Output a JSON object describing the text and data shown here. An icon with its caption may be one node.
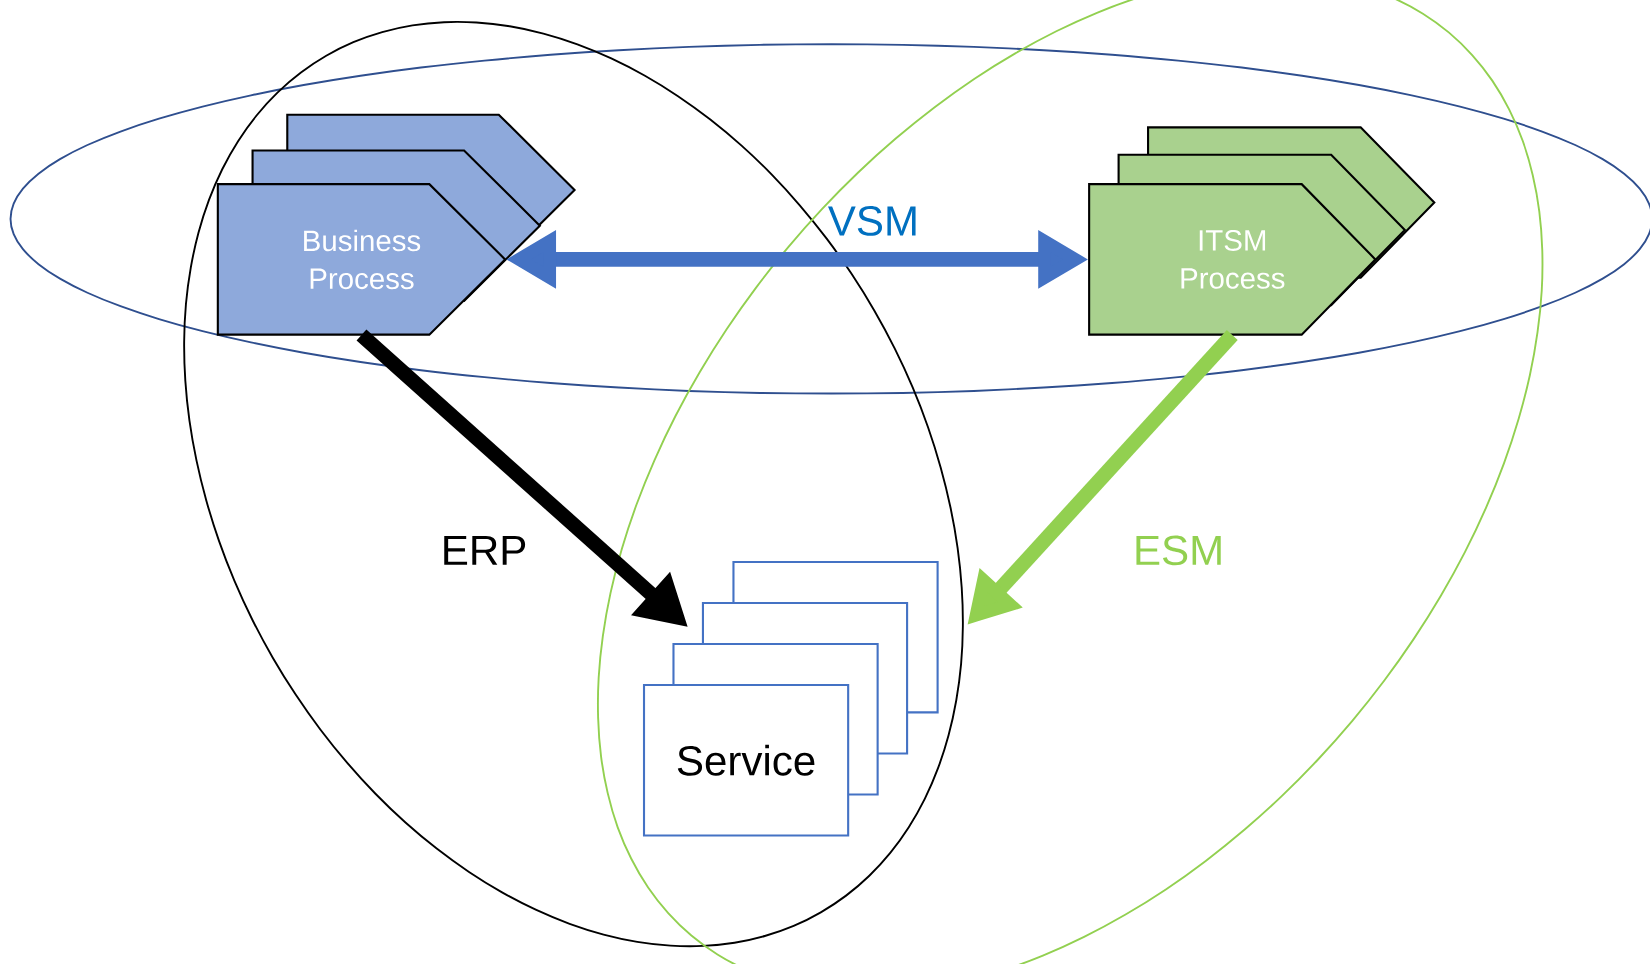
{
  "diagram": {
    "nodes": [
      {
        "text": [
          "VSM"
        ]
      },
      {
        "text": [
          "ERP"
        ]
      },
      {
        "text": [
          "ESM"
        ]
      },
      {
        "text": [
          "Business Process"
        ]
      },
      {
        "text": [
          "ITSM Process"
        ]
      },
      {
        "text": [
          "Service"
        ]
      }
    ],
    "edges": [
      {
        "from": 3,
        "to": 4,
        "arrow": "both",
        "color": "#4472c4"
      },
      {
        "from": 3,
        "to": 5,
        "arrow": "to",
        "color": "#000000"
      },
      {
        "from": 4,
        "to": 5,
        "arrow": "to",
        "color": "#92d050"
      }
    ]
  }
}
